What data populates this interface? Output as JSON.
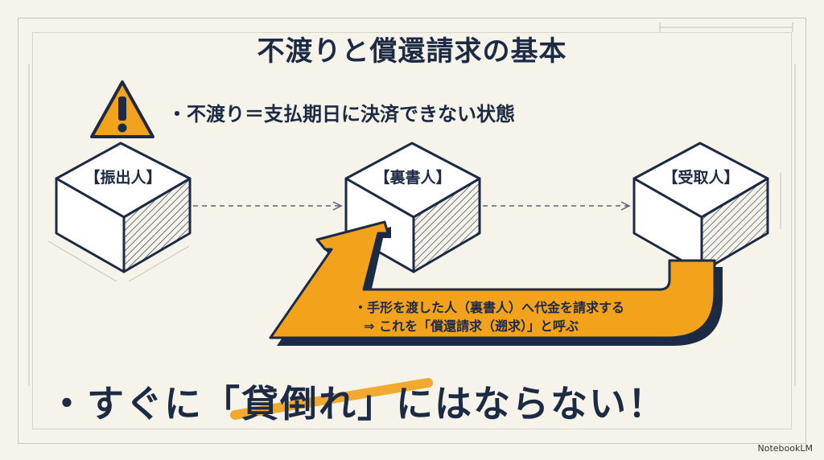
{
  "title": "不渡りと償還請求の基本",
  "definition": "・不渡り＝支払期日に決済できない状態",
  "boxes": {
    "drawer": "【振出人】",
    "endorser": "【裏書人】",
    "payee": "【受取人】"
  },
  "arrow": {
    "line1": "・手形を渡した人（裏書人）へ代金を請求する",
    "line2": "⇒ これを「償還請求（遡求）」と呼ぶ"
  },
  "conclusion": "・すぐに「貸倒れ」にはならない！",
  "brand": "NotebookLM",
  "colors": {
    "accent": "#f2a21b",
    "ink": "#1c2a44",
    "background": "#f6f3ea"
  },
  "icons": {
    "warning": "warning-icon"
  }
}
